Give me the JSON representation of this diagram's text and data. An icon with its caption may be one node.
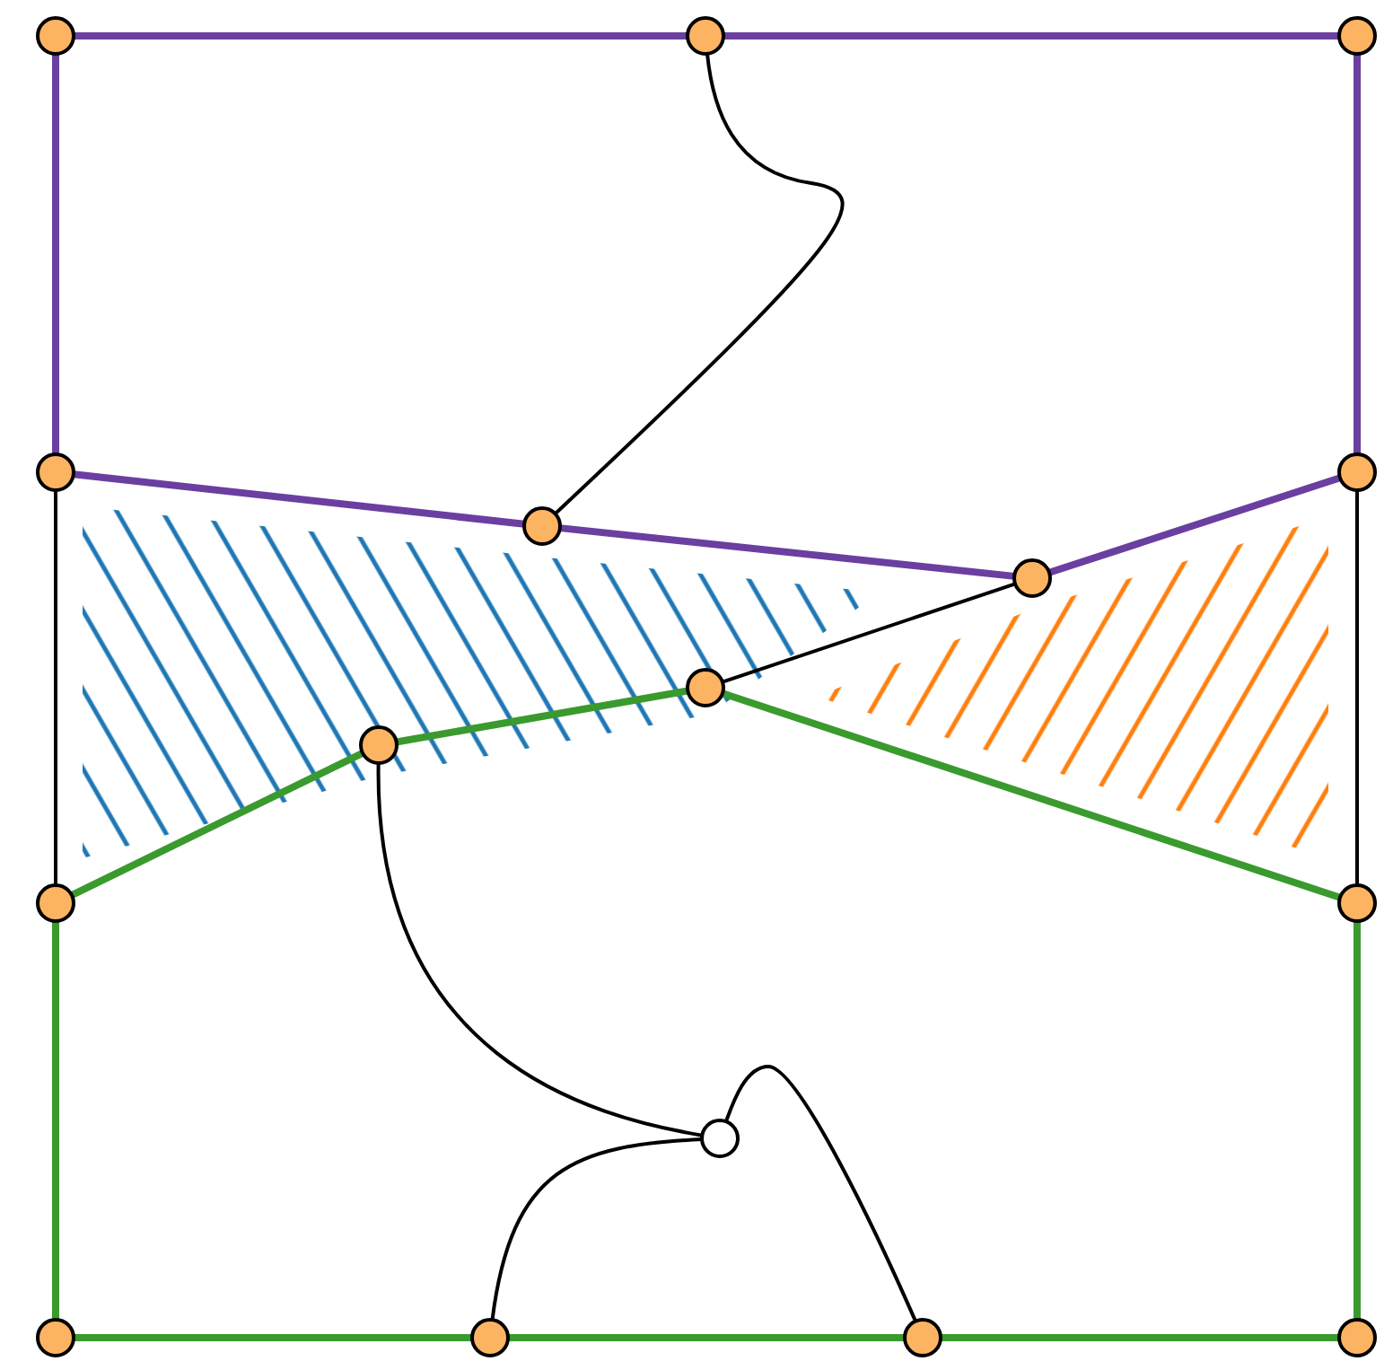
{
  "diagram": {
    "nodes": [
      {
        "text": [],
        "shape": "circle"
      },
      {
        "text": [],
        "shape": "circle"
      },
      {
        "text": [],
        "shape": "circle"
      },
      {
        "text": [],
        "shape": "circle"
      },
      {
        "text": [],
        "shape": "circle"
      },
      {
        "text": [],
        "shape": "circle"
      },
      {
        "text": [],
        "shape": "circle"
      },
      {
        "text": [],
        "shape": "circle"
      },
      {
        "text": [],
        "shape": "circle"
      },
      {
        "text": [],
        "shape": "circle"
      },
      {
        "text": [],
        "shape": "circle"
      },
      {
        "text": [],
        "shape": "circle"
      },
      {
        "text": [],
        "shape": "circle"
      },
      {
        "text": [],
        "shape": "circle"
      },
      {
        "text": [],
        "shape": "circle"
      },
      {
        "text": [],
        "shape": "circle"
      }
    ],
    "edges": [
      {
        "from": 0,
        "to": 1,
        "arrow": "none",
        "color": "#6a3fa0"
      },
      {
        "from": 1,
        "to": 2,
        "arrow": "none",
        "color": "#6a3fa0"
      },
      {
        "from": 0,
        "to": 3,
        "arrow": "none",
        "color": "#6a3fa0"
      },
      {
        "from": 2,
        "to": 4,
        "arrow": "none",
        "color": "#6a3fa0"
      },
      {
        "from": 3,
        "to": 5,
        "arrow": "none",
        "color": "#6a3fa0"
      },
      {
        "from": 5,
        "to": 6,
        "arrow": "none",
        "color": "#6a3fa0"
      },
      {
        "from": 6,
        "to": 4,
        "arrow": "none",
        "color": "#6a3fa0"
      },
      {
        "from": 1,
        "to": 5,
        "arrow": "none",
        "color": "#000000"
      },
      {
        "from": 3,
        "to": 9,
        "arrow": "none",
        "color": "#000000"
      },
      {
        "from": 4,
        "to": 10,
        "arrow": "none",
        "color": "#000000"
      },
      {
        "from": 6,
        "to": 7,
        "arrow": "none",
        "color": "#000000"
      },
      {
        "from": 9,
        "to": 8,
        "arrow": "none"
      },
      {
        "from": 8,
        "to": 7,
        "arrow": "none"
      },
      {
        "from": 7,
        "to": 10,
        "arrow": "none"
      },
      {
        "from": 8,
        "to": 11,
        "arrow": "none",
        "color": "#000000"
      },
      {
        "from": 11,
        "to": 13,
        "arrow": "none",
        "color": "#000000"
      },
      {
        "from": 11,
        "to": 14,
        "arrow": "none",
        "color": "#000000"
      },
      {
        "from": 9,
        "to": 12,
        "arrow": "none"
      },
      {
        "from": 10,
        "to": 15,
        "arrow": "none"
      },
      {
        "from": 12,
        "to": 13,
        "arrow": "none"
      },
      {
        "from": 13,
        "to": 14,
        "arrow": "none"
      },
      {
        "from": 14,
        "to": 15,
        "arrow": "none"
      }
    ]
  }
}
